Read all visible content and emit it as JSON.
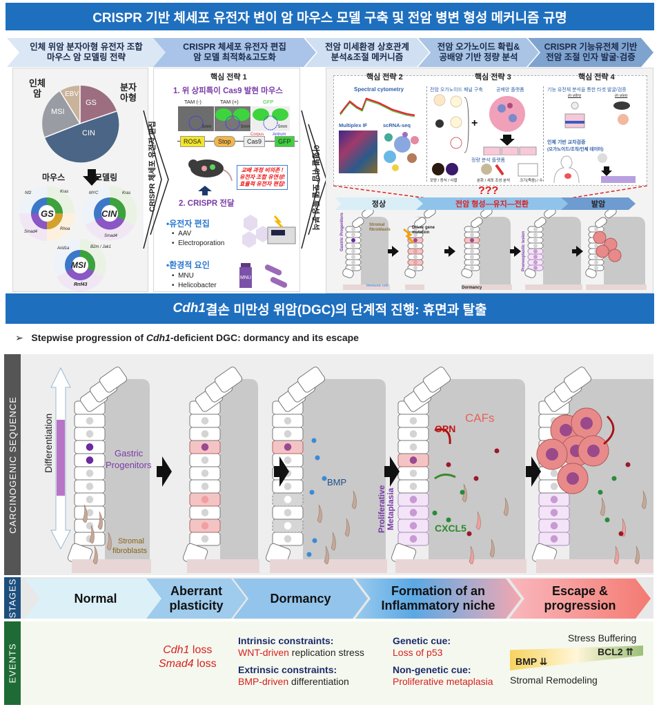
{
  "title": "CRISPR 기반 체세포 유전자 변이 암 마우스 모델 구축 및 전암 병변 형성 메커니즘 규명",
  "chevrons": [
    {
      "line1": "인체 위암 분자아형 유전자 조합",
      "line2": "마우스 암 모델링 전략"
    },
    {
      "line1": "CRISPR 체세포 유전자 편집",
      "line2": "암 모델 최적화&고도화"
    },
    {
      "line1": "전암 미세환경 상호관계",
      "line2": "분석&조절 메커니즘"
    },
    {
      "line1": "전암 오가노이드 확립&",
      "line2": "공배양 기반 정량 분석"
    },
    {
      "line1": "CRISPR 기능유전체 기반",
      "line2": "전암 조절 인자 발굴·검증"
    }
  ],
  "left_panel": {
    "human_cancer": "인체 암",
    "molecular_subtype": "분자 아형",
    "pie": [
      "GS",
      "CIN",
      "MSI",
      "EBV"
    ],
    "mouse": "마우스",
    "modeling": "모델링",
    "donuts": [
      {
        "name": "GS",
        "genes": [
          "Nf2",
          "Kras",
          "Smad4",
          "Rhoa"
        ]
      },
      {
        "name": "CIN",
        "genes": [
          "MYC",
          "Kras",
          "Smad4"
        ]
      },
      {
        "name": "MSI",
        "genes": [
          "Arid1a",
          "B2m / Jak1",
          "Rnf43"
        ]
      }
    ]
  },
  "arrow1_text": "CRISPR 체세포 유전자 편집",
  "arrow2_text": "아형별 위암 모델 특성 분석",
  "mid_panel": {
    "strategy": "핵심 전략 1",
    "heading1": "1. 위 상피특이 Cas9 발현 마우스",
    "tam_neg": "TAM (-)",
    "tam_pos": "TAM (+)",
    "gfp": "GFP",
    "scale": "5mm",
    "corpus": "Corpus",
    "antrum": "Antrum",
    "construct": [
      "ROSA",
      "Stop",
      "Cas9",
      "GFP"
    ],
    "callout": [
      "교배 과정 비의존 !",
      "유전자 조합 유연성!",
      "효율적 유전자 편집!"
    ],
    "heading2": "2. CRISPR 전달",
    "gene_editing": "•유전자 편집",
    "gene_items": [
      "AAV",
      "Electroporation"
    ],
    "env": "•환경적 요인",
    "env_items": [
      "MNU",
      "Helicobacter"
    ],
    "mnu_label": "MNU"
  },
  "right_panel": {
    "strategy2": "핵심 전략 2",
    "strategy3": "핵심 전략 3",
    "strategy4": "핵심 전략 4",
    "spectral": "Spectral cytometry",
    "mif": "Multiplex IF",
    "scrna": "scRNA-seq",
    "organoid_panel": "전암 오가노이드 패널 구축",
    "coculture": "공배양 플랫폼",
    "quant": "정량 분석 플랫폼",
    "q1": "모양 / 증식 / 사멸",
    "q2": "분화 / 세포 조성 분석",
    "q3": "크기(죽음) / 수",
    "func": "기능 유전체 분석을 통한 타겟 발굴/검증",
    "invitro": "in vitro",
    "invivo": "in vivo",
    "human_val1": "인체 기반 교차검증",
    "human_val2": "(오가노이드/조직/인체 데이터)",
    "question": "???",
    "stages": [
      "정상",
      "전암 형성—유지—전환",
      "발암"
    ],
    "labels": {
      "progenitors": "Gastric Progenitors",
      "stromal": "Stromal fibroblasts",
      "immune": "Immune cell",
      "driver": "Driver gene mutation",
      "dormancy": "Dormancy",
      "preneoplastic": "Preneoplastic lesion"
    }
  },
  "band_title_italic": "Cdh1",
  "band_title_rest": " 결손 미만성 위암(DGC)의 단계적 진행: 휴면과 탈출",
  "subtitle": {
    "pre": "Stepwise progression of ",
    "italic": "Cdh1",
    "post": "-deficient DGC: dormancy and its escape"
  },
  "sidebar": {
    "sequence": "CARCINOGENIC SEQUENCE",
    "stages": "STAGES",
    "events": "EVENTS"
  },
  "illustration": {
    "differentiation": "Differentiation",
    "gastric": "Gastric",
    "progenitors": "Progenitors",
    "stromal": "Stromal",
    "fibroblasts": "fibroblasts",
    "bmp": "BMP",
    "opn": "OPN",
    "cafs": "CAFs",
    "cxcl5": "CXCL5",
    "prolif1": "Proliferative",
    "prolif2": "Metaplasia"
  },
  "stages": [
    {
      "l1": "Normal",
      "l2": ""
    },
    {
      "l1": "Aberrant",
      "l2": "plasticity"
    },
    {
      "l1": "Dormancy",
      "l2": ""
    },
    {
      "l1": "Formation of an",
      "l2": "Inflammatory niche"
    },
    {
      "l1": "Escape &",
      "l2": "progression"
    }
  ],
  "events": {
    "cdh1": "Cdh1",
    "cdh1_loss": " loss",
    "smad4": "Smad4",
    "smad4_loss": " loss",
    "intrinsic": "Intrinsic constraints:",
    "wnt": "WNT-driven",
    "wnt_rest": " replication stress",
    "extrinsic": "Extrinsic constraints:",
    "bmpd": "BMP-driven",
    "bmpd_rest": " differentiation",
    "genetic": "Genetic cue:",
    "p53": "Loss of p53",
    "nongenetic": "Non-genetic cue:",
    "prolif": "Proliferative metaplasia",
    "stress": "Stress Buffering",
    "bcl2": "BCL2 ⇈",
    "bmp_down": "BMP ⇊",
    "stromal": "Stromal Remodeling"
  }
}
